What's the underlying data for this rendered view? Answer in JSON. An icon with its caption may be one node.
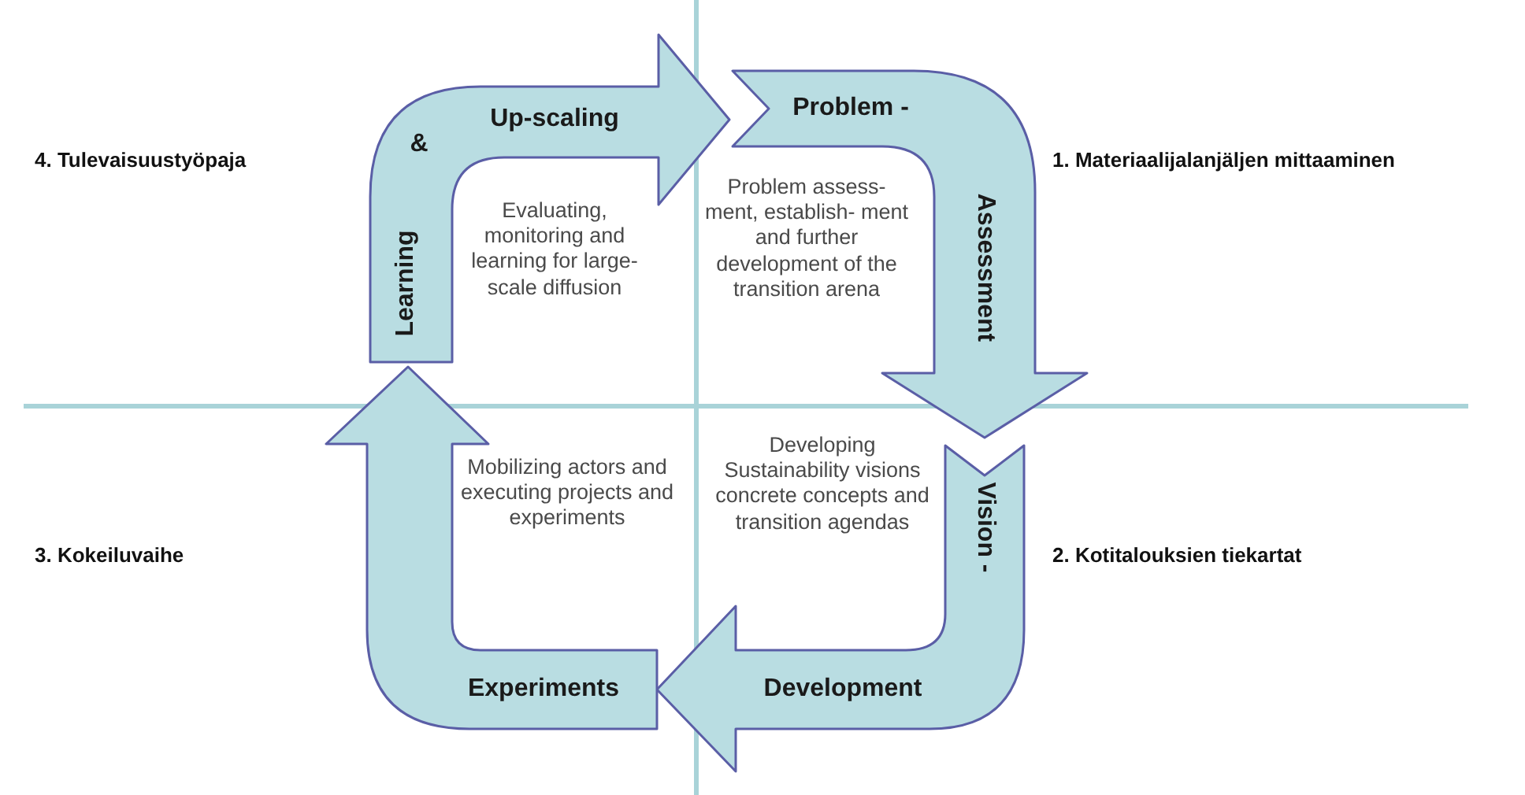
{
  "diagram": {
    "nodes": [
      {
        "text": [
          "Learning",
          "&",
          "Up-scaling"
        ]
      },
      {
        "text": [
          "Problem -",
          "Assessment"
        ]
      },
      {
        "text": [
          "Vision -",
          "Development"
        ]
      },
      {
        "text": [
          "Experiments"
        ]
      }
    ],
    "labels": [
      "4. Tulevaisuustyöpaja",
      "Evaluating, monitoring and learning for large-scale diffusion",
      "Problem assess- ment, establish- ment and further development of the transition arena",
      "1. Materiaalijalanjäljen mittaaminen",
      "3. Kokeiluvaihe",
      "Mobilizing actors and executing projects and experiments",
      "Developing Sustainability visions concrete concepts and transition agendas",
      "2. Kotitalouksien tiekartat"
    ]
  }
}
